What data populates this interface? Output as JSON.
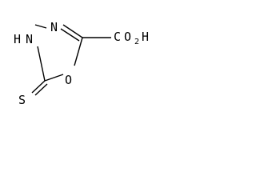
{
  "molecule": {
    "atoms": {
      "n3": "N",
      "nh4": "H",
      "n4": "N",
      "o1": "O",
      "s": "S",
      "carboxyl_c": "C",
      "carboxyl_o": "O",
      "carboxyl_h": "H",
      "carboxyl_sub": "2"
    }
  }
}
